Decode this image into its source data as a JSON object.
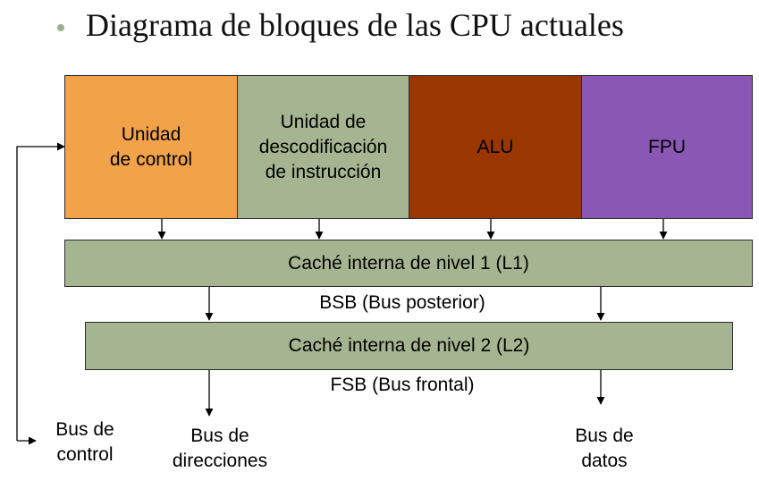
{
  "title": "Diagrama de bloques de las CPU actuales",
  "colors": {
    "bullet": "#9bb08c",
    "control": "#f2a34a",
    "decode": "#a6b591",
    "alu": "#9a3600",
    "fpu": "#8b57b5",
    "cache": "#a6b591",
    "line": "#000000"
  },
  "blocks": {
    "control_unit": "Unidad\nde control",
    "decode_unit": "Unidad de\ndescodificación\nde instrucción",
    "alu": "ALU",
    "fpu": "FPU",
    "cache_l1": "Caché interna de nivel 1 (L1)",
    "cache_l2": "Caché interna de nivel 2 (L2)"
  },
  "labels": {
    "bsb": "BSB (Bus posterior)",
    "fsb": "FSB (Bus frontal)",
    "bus_control": "Bus de\ncontrol",
    "bus_addresses": "Bus de\ndirecciones",
    "bus_data": "Bus de\ndatos"
  }
}
